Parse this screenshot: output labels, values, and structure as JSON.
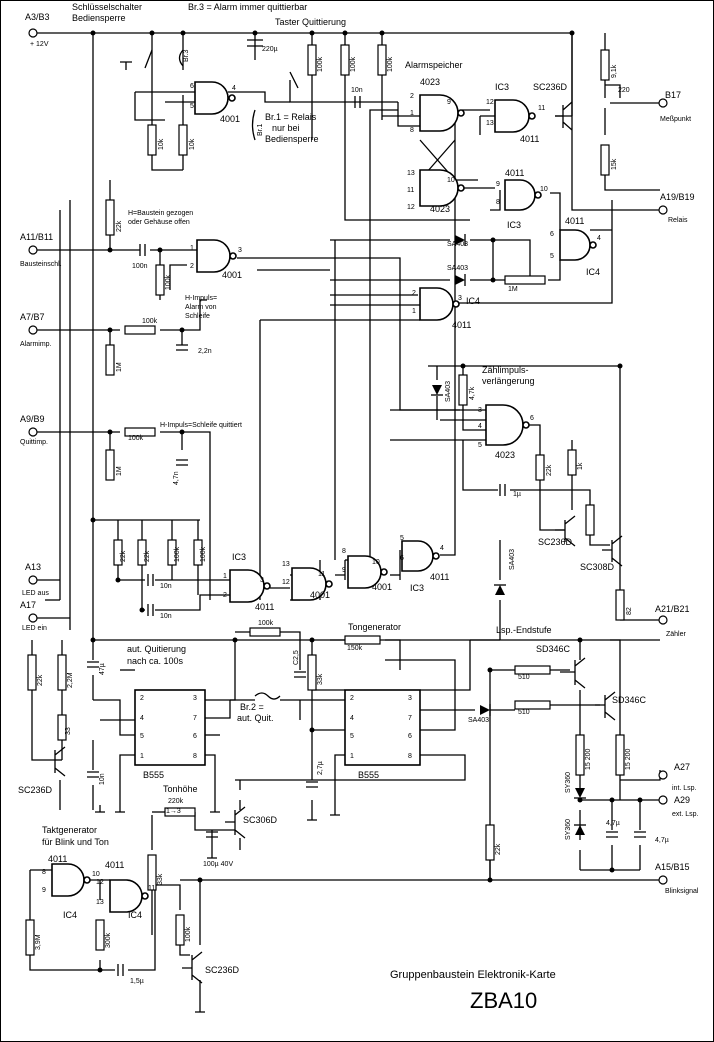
{
  "title_line1": "Gruppenbaustein Elektronik-Karte",
  "title_line2": "ZBA10",
  "header": {
    "switch1": "Schlüsselschalter",
    "switch2": "Bediensperre",
    "br3": "Br.3 = Alarm immer quittierbar",
    "taster": "Taster Quittierung",
    "alarm_mem": "Alarmspeicher"
  },
  "terminals": {
    "a3b3": "A3/B3",
    "plus12": "+ 12V",
    "a11b11": "A11/B11",
    "baustein": "Bausteinschl.",
    "a7b7": "A7/B7",
    "alarmimp": "Alarmimp.",
    "a9b9": "A9/B9",
    "quittimp": "Quittimp.",
    "a13": "A13",
    "led_aus": "LED aus",
    "a17": "A17",
    "led_ein": "LED ein",
    "b17": "B17",
    "messpunkt": "Meßpunkt",
    "a19b19": "A19/B19",
    "relais": "Relais",
    "a21b21": "A21/B21",
    "zaehler": "Zähler",
    "a27": "A27",
    "intlsp": "int. Lsp.",
    "a29": "A29",
    "extlsp": "ext. Lsp.",
    "a15b15": "A15/B15",
    "blinksignal": "Blinksignal"
  },
  "notes": {
    "h_baustein1": "H=Baustein gezogen",
    "h_baustein2": "oder Gehäuse offen",
    "h_alarm1": "H-Impuls=",
    "h_alarm2": "Alarm von",
    "h_alarm3": "Schleife",
    "h_quitt": "H-Impuls=Schleife quittiert",
    "br1a": "Br.1 = Relais",
    "br1b": "nur bei",
    "br1c": "Bediensperre",
    "zaehl1": "Zählimpuls-",
    "zaehl2": "verlängerung",
    "autq1": "aut. Quitierung",
    "autq2": "nach ca. 100s",
    "br2a": "Br.2 =",
    "br2b": "aut. Quit.",
    "tongen": "Tongenerator",
    "lsp": "Lsp.-Endstufe",
    "tonhoehe": "Tonhöhe",
    "takt1": "Taktgenerator",
    "takt2": "für Blink und Ton",
    "br3_short": "Br.3",
    "br1_short": "Br.1"
  },
  "chips": {
    "c4001": "4001",
    "c4011": "4011",
    "c4023": "4023",
    "ic3": "IC3",
    "ic4": "IC4",
    "b555": "B555"
  },
  "transistors": {
    "sc236d": "SC236D",
    "sc308d": "SC308D",
    "sd346c": "SD346C",
    "sc306d": "SC306D"
  },
  "diodes": {
    "sa403": "SA403",
    "sy360": "SY360"
  },
  "values": {
    "r10k": "10k",
    "r22k": "22k",
    "r100k": "100k",
    "r1m": "1M",
    "r33": "33",
    "r1k": "1k",
    "r2_2m": "2,2M",
    "r150k": "150k",
    "r33k": "33k",
    "r510": "510",
    "r200": "15 200",
    "r3_9m": "3,9M",
    "r300k": "300k",
    "r220k": "220k",
    "r9_1k": "9,1k",
    "r220": "220",
    "r15k": "15k",
    "r4_7k": "4,7k",
    "r82": "82",
    "c220u": "220µ",
    "c10n": "10n",
    "c100n": "100n",
    "c2_2n": "2,2n",
    "c4_7n": "4,7n",
    "c1u": "1µ",
    "c47u": "47µ",
    "c2_5": "C2,5",
    "c2_7": "2,7µ",
    "c100u_40v": "100µ 40V",
    "c4_7u": "4,7µ",
    "c1_5u": "1,5µ",
    "ratio": "1→3"
  },
  "pins": {
    "p1": "1",
    "p2": "2",
    "p3": "3",
    "p4": "4",
    "p5": "5",
    "p6": "6",
    "p7": "7",
    "p8": "8",
    "p9": "9",
    "p10": "10",
    "p11": "11",
    "p12": "12",
    "p13": "13"
  }
}
